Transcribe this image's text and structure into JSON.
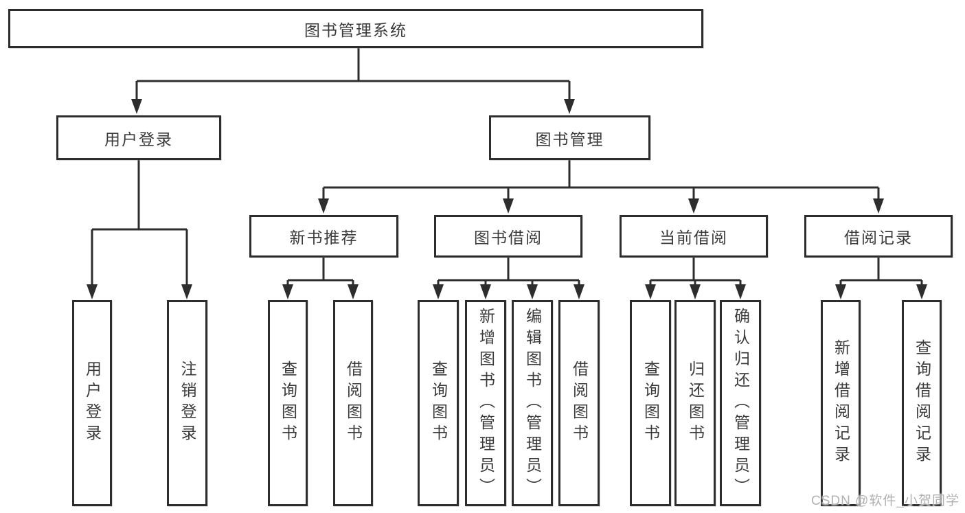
{
  "diagram_title": "图书管理系统",
  "tree": {
    "label": "图书管理系统",
    "children": [
      {
        "label": "用户登录",
        "children": [
          {
            "label": "用户登录"
          },
          {
            "label": "注销登录"
          }
        ]
      },
      {
        "label": "图书管理",
        "children": [
          {
            "label": "新书推荐",
            "children": [
              {
                "label": "查询图书"
              },
              {
                "label": "借阅图书"
              }
            ]
          },
          {
            "label": "图书借阅",
            "children": [
              {
                "label": "查询图书"
              },
              {
                "label": "新增图书（管理员）"
              },
              {
                "label": "编辑图书（管理员）"
              },
              {
                "label": "借阅图书"
              }
            ]
          },
          {
            "label": "当前借阅",
            "children": [
              {
                "label": "查询图书"
              },
              {
                "label": "归还图书"
              },
              {
                "label": "确认归还（管理员）"
              }
            ]
          },
          {
            "label": "借阅记录",
            "children": [
              {
                "label": "新增借阅记录"
              },
              {
                "label": "查询借阅记录"
              }
            ]
          }
        ]
      }
    ]
  },
  "watermark": {
    "text": "CSDN @软件_小贺同学"
  },
  "colors": {
    "line": "#2d2d2d",
    "box_border": "#2d2d2d",
    "text": "#3a3a3a",
    "watermark": "#b1b1b1",
    "background": "#ffffff"
  }
}
